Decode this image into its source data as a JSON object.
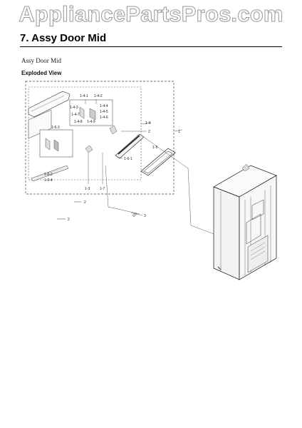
{
  "watermark": "AppliancePartsPros.com",
  "header": {
    "title": "7.  Assy Door Mid"
  },
  "subtitle": "Assy Door Mid",
  "section_label": "Exploded View",
  "callouts": {
    "c1": "1",
    "c2a": "2",
    "c2b": "2",
    "c2c": "2",
    "c3": "3",
    "c13": "1-3",
    "c14": "1-4",
    "c15": "1-5",
    "c17": "1-7",
    "c141": "1-4-1",
    "c142": "1-4-2",
    "c143": "1-4-3",
    "c144": "1-4-4",
    "c145": "1-4-5",
    "c146": "1-4-6",
    "c147": "1-4-7",
    "c148": "1-4-8",
    "c149": "1-4-9",
    "c161": "1-6-1",
    "c162": "1-6-2",
    "c163": "1-6-3",
    "c164": "1-6-4"
  }
}
